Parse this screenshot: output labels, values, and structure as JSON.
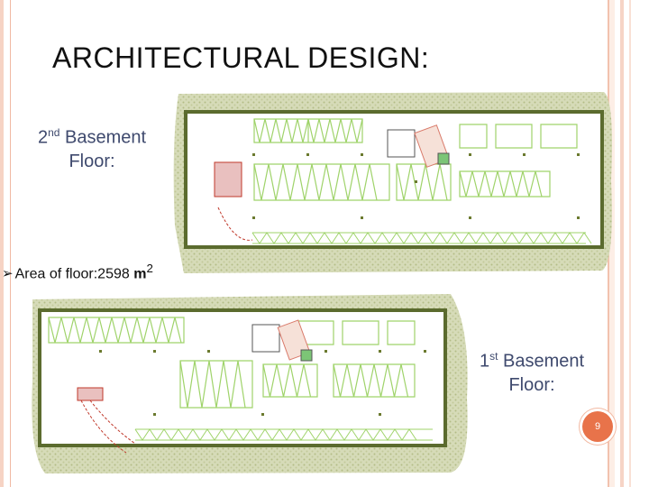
{
  "slide": {
    "title": "ARCHITECTURAL DESIGN:",
    "page_number": "9"
  },
  "plans": {
    "second_basement": {
      "label_prefix": "2",
      "label_sup": "nd",
      "label_rest": " Basement",
      "label_line2": "Floor:"
    },
    "first_basement": {
      "label_prefix": "1",
      "label_sup": "st",
      "label_rest": " Basement",
      "label_line2": "Floor:"
    }
  },
  "area_note": {
    "bullet_icon": "arrow-bullet-icon",
    "text": "Area of floor:2598 ",
    "unit": "m",
    "unit_sup": "2"
  },
  "colors": {
    "accent": "#e8734a",
    "label_text": "#3f4a6e",
    "plan_wall": "#5b6b2e",
    "plan_lines": "#9fd36a",
    "plan_texture": "#c9d1a4"
  }
}
